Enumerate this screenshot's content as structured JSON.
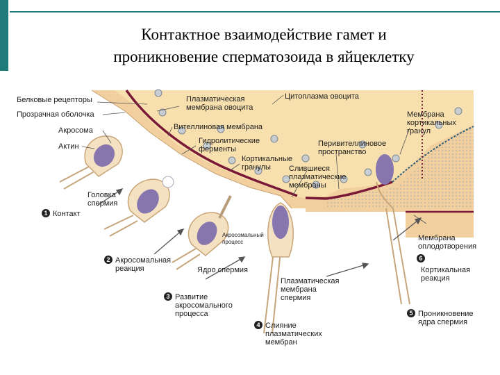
{
  "title": {
    "line1": "Контактное взаимодействие гамет и",
    "line2": "проникновение сперматозоида в яйцеклетку"
  },
  "colors": {
    "accent": "#1f7a7a",
    "cytoplasm": "#f7dfae",
    "vitelline": "#f1cf9e",
    "membrane": "#7a1838",
    "nucleus": "#8676ad",
    "granule": "#c8cdd2"
  },
  "labels": {
    "protein_receptors": "Белковые рецепторы",
    "zona_pellucida": "Прозрачная оболочка",
    "acrosome": "Акросома",
    "actin": "Актин",
    "sperm_head_1": "Головка",
    "sperm_head_2": "спермия",
    "oocyte_membrane_1": "Плазматическая",
    "oocyte_membrane_2": "мембрана овоцита",
    "oocyte_cytoplasm": "Цитоплазма овоцита",
    "vitelline_membrane": "Вителлиновая мембрана",
    "hydrolytic_1": "Гидролитические",
    "hydrolytic_2": "ферменты",
    "cortical_granules_1": "Кортикальные",
    "cortical_granules_2": "гранулы",
    "perivitelline_1": "Перивителлиновое",
    "perivitelline_2": "пространство",
    "cortical_membrane_1": "Мембрана",
    "cortical_membrane_2": "кортикальных",
    "cortical_membrane_3": "гранул",
    "fused_1": "Слившиеся",
    "fused_2": "плазматические",
    "fused_3": "мембраны",
    "acrosomal_process_1": "Акросомальный",
    "acrosomal_process_2": "процесс",
    "sperm_nucleus": "Ядро спермия",
    "sperm_membrane_1": "Плазматическая",
    "sperm_membrane_2": "мембрана",
    "sperm_membrane_3": "спермия",
    "fertilization_membrane_1": "Мембрана",
    "fertilization_membrane_2": "оплодотворения"
  },
  "stages": [
    {
      "num": "1",
      "line1": "Контакт",
      "line2": "",
      "line3": ""
    },
    {
      "num": "2",
      "line1": "Акросомальная",
      "line2": "реакция",
      "line3": ""
    },
    {
      "num": "3",
      "line1": "Развитие",
      "line2": "акросомального",
      "line3": "процесса"
    },
    {
      "num": "4",
      "line1": "Слияние",
      "line2": "плазматических",
      "line3": "мембран"
    },
    {
      "num": "5",
      "line1": "Проникновение",
      "line2": "ядра спермия",
      "line3": ""
    },
    {
      "num": "6",
      "line1": "Кортикальная",
      "line2": "реакция",
      "line3": ""
    }
  ]
}
